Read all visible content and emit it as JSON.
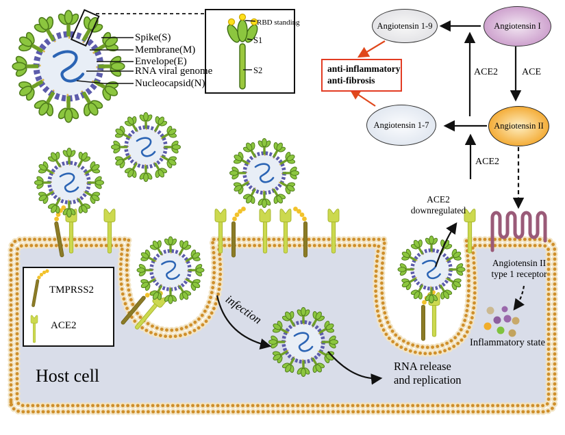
{
  "virus_structure": {
    "labels": [
      "Spike(S)",
      "Membrane(M)",
      "Envelope(E)",
      "RNA viral genome",
      "Nucleocapsid(N)"
    ]
  },
  "spike_inset": {
    "rbd_label": "RBD standing",
    "s1_label": "S1",
    "s2_label": "S2"
  },
  "ras_pathway": {
    "angiotensin_1_9": "Angiotensin 1-9",
    "angiotensin_I": "Angiotensin I",
    "angiotensin_1_7": "Angiotensin 1-7",
    "angiotensin_II": "Angiotensin II",
    "enzyme_ace2_upper": "ACE2",
    "enzyme_ace": "ACE",
    "enzyme_ace2_lower": "ACE2",
    "anti_box": {
      "line1": "anti-inflammatory",
      "line2": "anti-fibrosis"
    },
    "ace2_downregulated": {
      "line1": "ACE2",
      "line2": "downregulated"
    },
    "at1_receptor": {
      "line1": "Angiotensin II",
      "line2": "type 1 receptor"
    },
    "inflammatory_state": "Inflammatory state"
  },
  "cell": {
    "host_cell_label": "Host cell",
    "infection_label": "infection",
    "rna_release": {
      "line1": "RNA release",
      "line2": "and replication"
    },
    "receptor_legend": {
      "tmprss2": "TMPRSS2",
      "ace2": "ACE2"
    }
  },
  "colors": {
    "angiotensin_I_fill": "#c795c7",
    "angiotensin_II_fill": "#f2a01e",
    "anti_box_border": "#e23b22",
    "red_arrow": "#e0481c",
    "membrane_dot": "#cf8f2b",
    "cytoplasm": "#d9dde9",
    "spike_green": "#8cc63f",
    "ace2_green": "#ccd94f",
    "tmprss2_olive": "#8b7b26",
    "at1r_purple": "#9a5a78",
    "rna_blue": "#2b64b4"
  }
}
